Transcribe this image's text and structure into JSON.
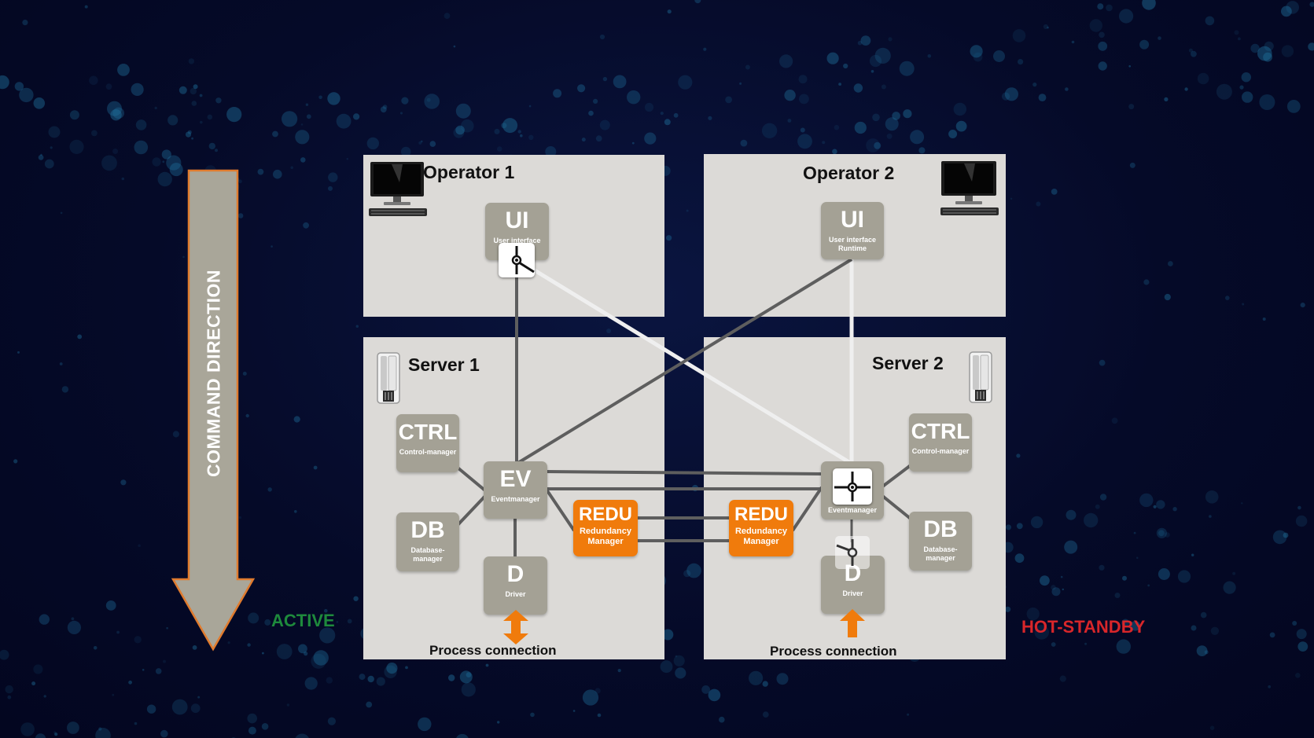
{
  "colors": {
    "panel": "#dcdad7",
    "module": "#a4a195",
    "redundancy_module": "#f07b0c",
    "active": "#1e8a3c",
    "hot_standby": "#d8262a",
    "arrow_fill": "#a9a699",
    "arrow_outline": "#e07b2e"
  },
  "command_direction": {
    "label": "COMMAND DIRECTION"
  },
  "states": {
    "active": "ACTIVE",
    "hot_standby": "HOT-STANDBY"
  },
  "operator1": {
    "title": "Operator 1",
    "icon": "desktop-computer-icon",
    "ui": {
      "abbr": "UI",
      "sub": "User interface"
    }
  },
  "operator2": {
    "title": "Operator 2",
    "icon": "desktop-computer-icon",
    "ui": {
      "abbr": "UI",
      "sub": "User interface Runtime"
    }
  },
  "server1": {
    "title": "Server 1",
    "icon": "server-tower-icon",
    "ctrl": {
      "abbr": "CTRL",
      "sub": "Control-manager"
    },
    "db": {
      "abbr": "DB",
      "sub": "Database-manager"
    },
    "ev": {
      "abbr": "EV",
      "sub": "Eventmanager"
    },
    "redu": {
      "abbr": "REDU",
      "sub": "Redundancy Manager"
    },
    "driver": {
      "abbr": "D",
      "sub": "Driver"
    },
    "process": "Process connection"
  },
  "server2": {
    "title": "Server 2",
    "icon": "server-tower-icon",
    "ctrl": {
      "abbr": "CTRL",
      "sub": "Control-manager"
    },
    "db": {
      "abbr": "DB",
      "sub": "Database-manager"
    },
    "ev": {
      "sub": "Eventmanager"
    },
    "redu": {
      "abbr": "REDU",
      "sub": "Redundancy Manager"
    },
    "driver": {
      "abbr": "D",
      "sub": "Driver"
    },
    "process": "Process connection"
  }
}
